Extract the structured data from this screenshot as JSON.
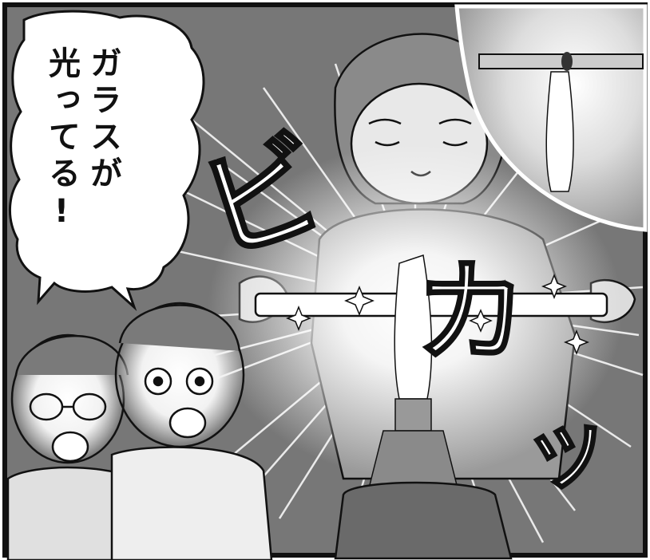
{
  "speech_bubble": {
    "line1": "ガラスが",
    "line2": "光ってる!"
  },
  "sound_effect": {
    "chars": [
      "ビ",
      "カ",
      "ッ"
    ]
  },
  "colors": {
    "background_gray": "#777777",
    "glow": "#ffffff",
    "ink": "#111111"
  }
}
